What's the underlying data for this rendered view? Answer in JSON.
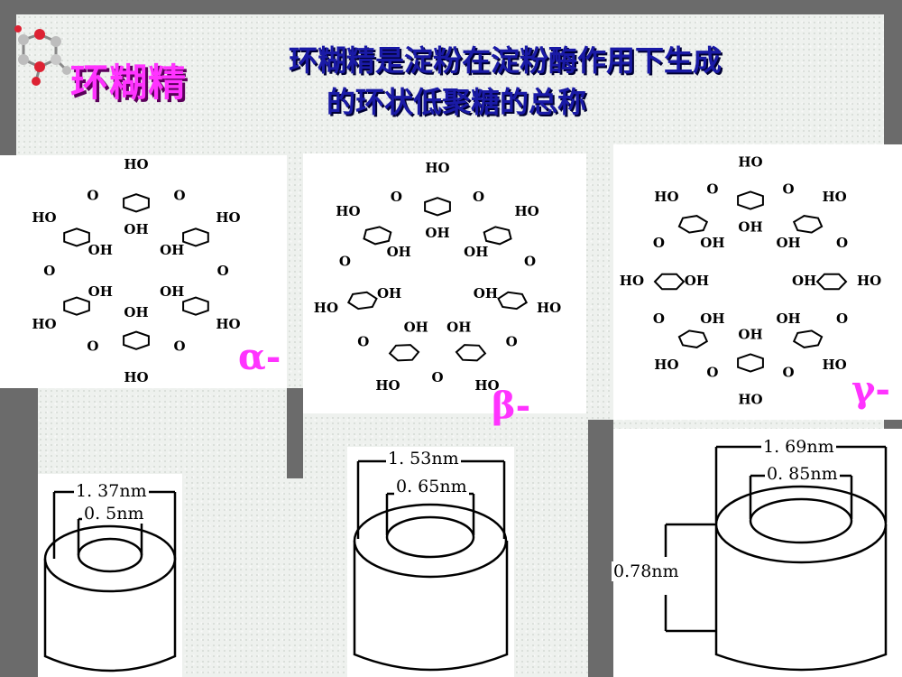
{
  "title": "环糊精",
  "subtitle": {
    "line1": "环糊精是淀粉在淀粉酶作用下生成",
    "line2": "的环状低聚糖的总称"
  },
  "molecules": [
    {
      "greek": "α-",
      "ring_labels": [
        "HO",
        "OH",
        "HO",
        "OH",
        "HO",
        "OH",
        "HO",
        "OH",
        "HO",
        "OH",
        "HO",
        "OH"
      ]
    },
    {
      "greek": "β-",
      "ring_labels": [
        "HO",
        "OH",
        "HO",
        "OH",
        "HO",
        "OH",
        "HO",
        "OH",
        "HO",
        "OH",
        "HO",
        "OH",
        "HO",
        "OH"
      ]
    },
    {
      "greek": "γ-",
      "ring_labels": [
        "HO",
        "OH",
        "HO",
        "OH",
        "HO",
        "OH",
        "HO",
        "OH",
        "HO",
        "OH",
        "HO",
        "OH",
        "HO",
        "OH",
        "HO",
        "OH"
      ]
    }
  ],
  "cylinders": [
    {
      "outer": "1. 37nm",
      "inner": "0. 5nm"
    },
    {
      "outer": "1. 53nm",
      "inner": "0. 65nm"
    },
    {
      "outer": "1. 69nm",
      "inner": "0. 85nm",
      "height": "0.78nm"
    }
  ],
  "colors": {
    "title": "#ff33ff",
    "subtitle": "#1a1aa6",
    "background": "#eef1ee",
    "frame": "#6b6b6b"
  }
}
